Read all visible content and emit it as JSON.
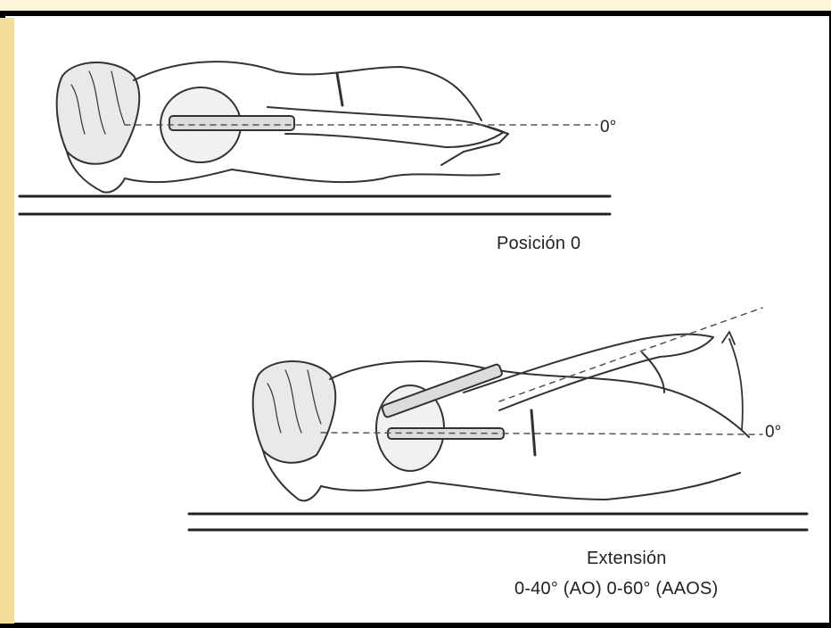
{
  "figure": {
    "top_view": {
      "caption": "Posición 0",
      "angle_label": "0°"
    },
    "bottom_view": {
      "caption_line1": "Extensión",
      "caption_line2": "0-40° (AO) 0-60° (AAOS)",
      "angle_label": "0°"
    }
  }
}
